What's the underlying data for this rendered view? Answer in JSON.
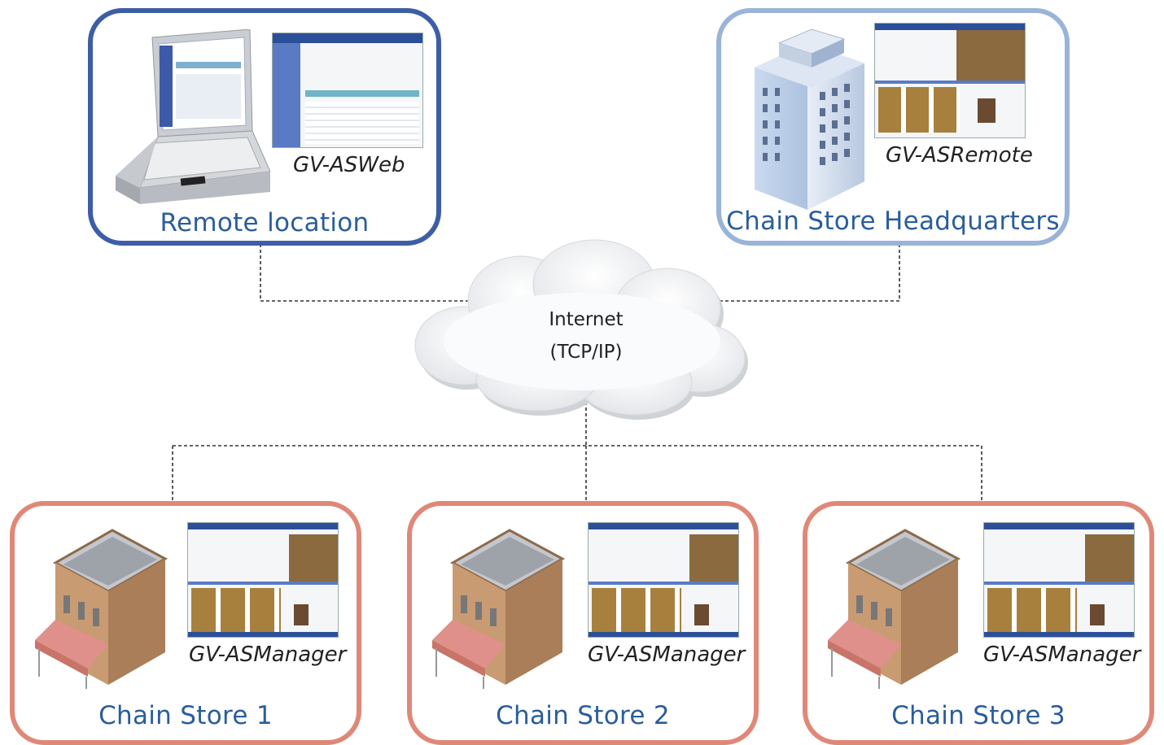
{
  "network": {
    "line1": "Internet",
    "line2": "(TCP/IP)"
  },
  "nodes": {
    "remote": {
      "label": "Remote location",
      "software": "GV-ASWeb",
      "border_color": "#3d5ea6",
      "label_color": "#2a5d9c"
    },
    "hq": {
      "label": "Chain Store Headquarters",
      "software": "GV-ASRemote",
      "border_color": "#9ab4d8",
      "label_color": "#2a5d9c"
    },
    "store1": {
      "label": "Chain Store 1",
      "software": "GV-ASManager",
      "border_color": "#e08878",
      "label_color": "#2a5d9c"
    },
    "store2": {
      "label": "Chain Store 2",
      "software": "GV-ASManager",
      "border_color": "#e08878",
      "label_color": "#2a5d9c"
    },
    "store3": {
      "label": "Chain Store 3",
      "software": "GV-ASManager",
      "border_color": "#e08878",
      "label_color": "#2a5d9c"
    }
  },
  "icons": {
    "remote": "laptop-icon",
    "hq": "office-building-icon",
    "store": "store-building-icon",
    "cloud": "cloud-icon"
  }
}
